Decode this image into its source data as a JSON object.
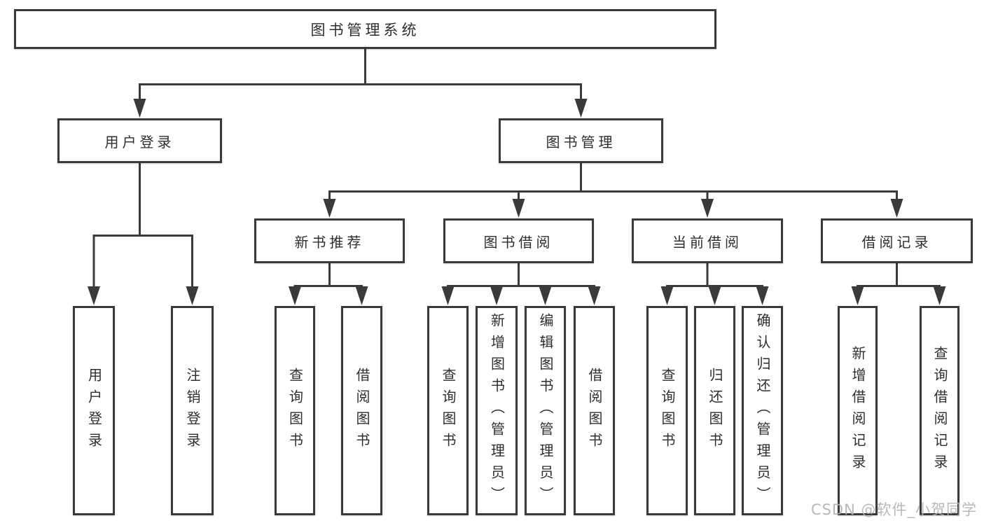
{
  "diagram": {
    "type": "hierarchy-tree",
    "root": {
      "label": "图书管理系统",
      "children": [
        {
          "label": "用户登录",
          "children": [
            {
              "label": "用户登录"
            },
            {
              "label": "注销登录"
            }
          ]
        },
        {
          "label": "图书管理",
          "children": [
            {
              "label": "新书推荐",
              "children": [
                {
                  "label": "查询图书"
                },
                {
                  "label": "借阅图书"
                }
              ]
            },
            {
              "label": "图书借阅",
              "children": [
                {
                  "label": "查询图书"
                },
                {
                  "label": "新增图书（管理员）"
                },
                {
                  "label": "编辑图书（管理员）"
                },
                {
                  "label": "借阅图书"
                }
              ]
            },
            {
              "label": "当前借阅",
              "children": [
                {
                  "label": "查询图书"
                },
                {
                  "label": "归还图书"
                },
                {
                  "label": "确认归还（管理员）"
                }
              ]
            },
            {
              "label": "借阅记录",
              "children": [
                {
                  "label": "新增借阅记录"
                },
                {
                  "label": "查询借阅记录"
                }
              ]
            }
          ]
        }
      ]
    }
  },
  "watermark": {
    "text": "CSDN @软件_小贺同学",
    "color": "#b3b3b3"
  },
  "colors": {
    "line": "#3a3a3a",
    "box_border": "#3a3a3a",
    "box_background": "#ffffff",
    "text": "#2e2e2e",
    "page_background": "#ffffff"
  }
}
